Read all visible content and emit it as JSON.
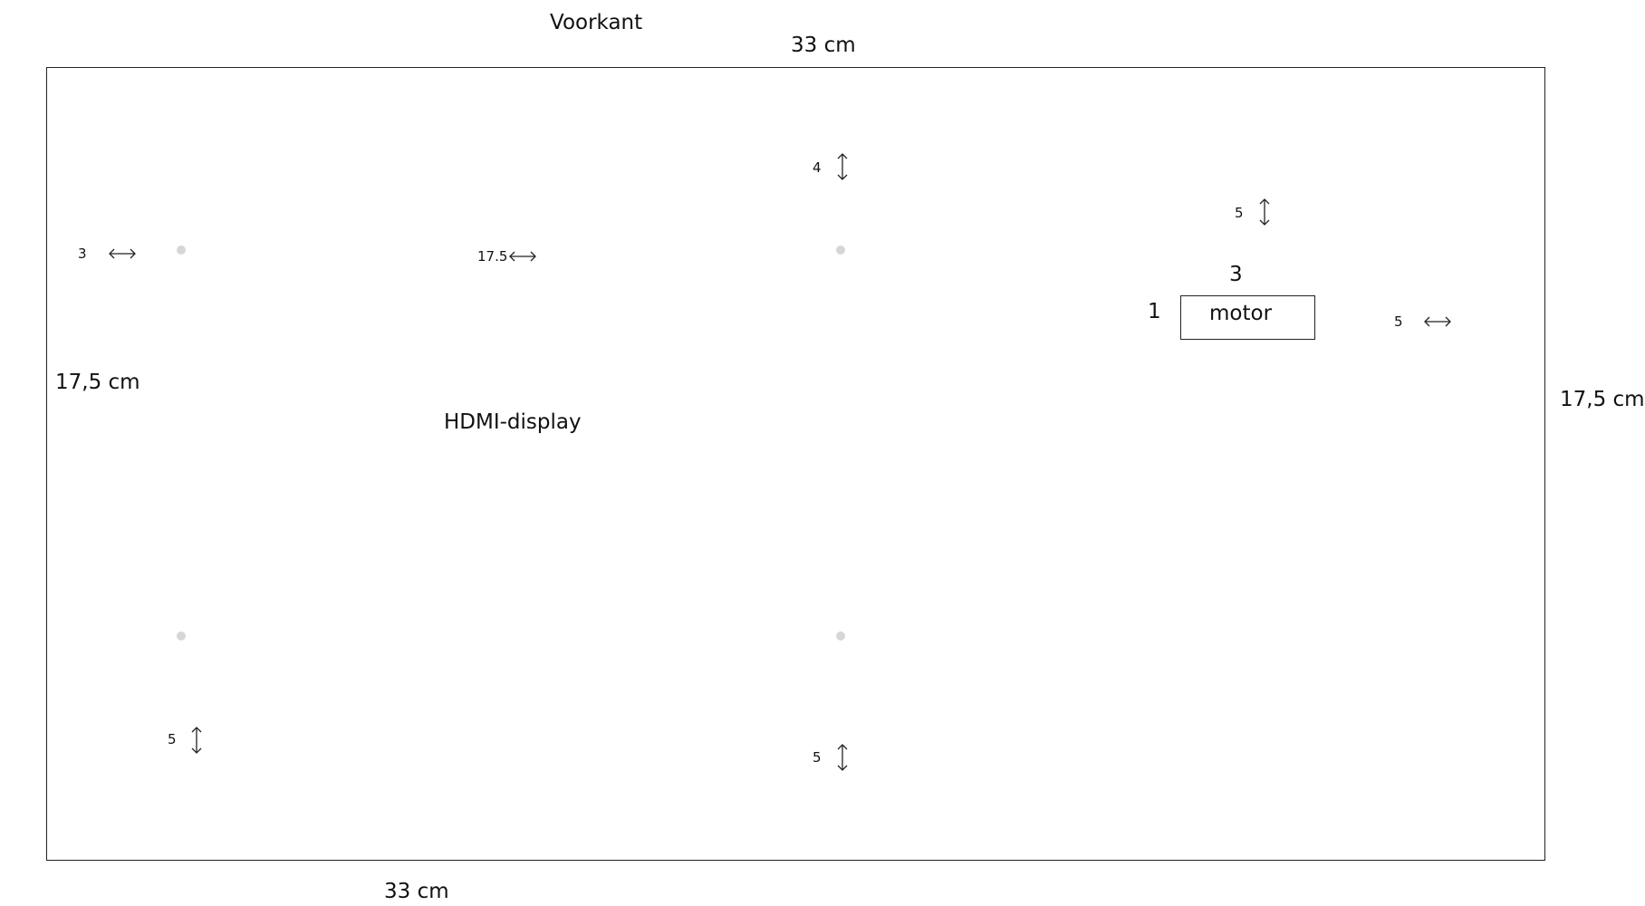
{
  "labels": {
    "side": "Voorkant",
    "width_top": "33 cm",
    "width_bottom": "33 cm",
    "height_left": "17,5 cm",
    "height_right": "17,5 cm",
    "display": "HDMI-display",
    "motor": "motor"
  },
  "measurements": {
    "hole_left_offset": "3",
    "hole_spacing": "17.5",
    "hole_top_offset": "4",
    "hole_bottom_left_offset": "5",
    "hole_bottom_mid_offset": "5",
    "motor_top_offset": "5",
    "motor_right_offset": "5",
    "motor_above": "3",
    "motor_left": "1"
  },
  "colors": {
    "line": "#222222",
    "hole": "#d6d6d6",
    "text": "#111111"
  },
  "icons": {
    "horizontal": "double-arrow-horizontal-icon",
    "vertical": "double-arrow-vertical-icon"
  }
}
